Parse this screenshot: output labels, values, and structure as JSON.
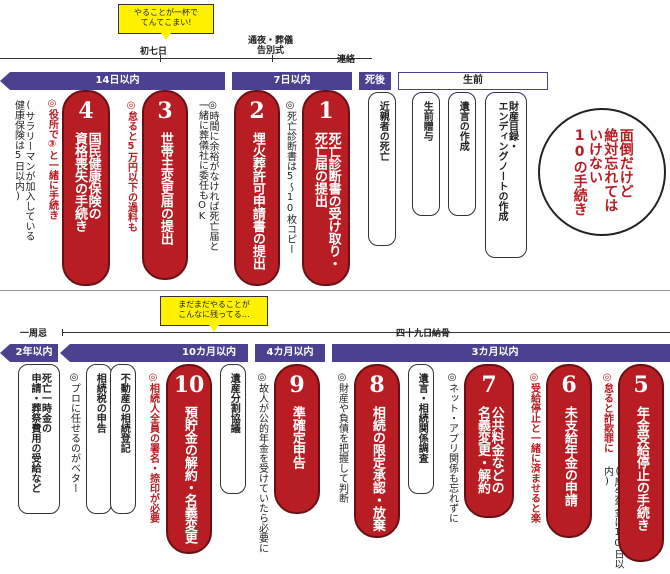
{
  "bubble_top": "やることが一杯で\nてんてこまい!",
  "bubble_mid": "まだまだやることが\nこんなに残ってる…",
  "timeline_top": {
    "shonanoka": "初七日",
    "tsuya": "通夜・葬儀\n告別式",
    "renraku": "連絡"
  },
  "timeline_bottom": {
    "isshuki": "一周忌",
    "shijuku": "四十九日納骨"
  },
  "bars_top": {
    "b14": "14日以内",
    "b7": "7日以内",
    "shigo": "死後",
    "seizen": "生前"
  },
  "bars_bottom": {
    "b2y": "2年以内",
    "b10m": "10カ月以内",
    "b4m": "4カ月以内",
    "b3m": "3カ月以内"
  },
  "callout": "面倒だけど\n絶対忘れては\nいけない\n10の手続き",
  "tasks": {
    "t1": {
      "num": "1",
      "text": "死亡診断書の受け取り・\n死亡届の提出",
      "note": "◎死亡診断書は5〜10枚コピー"
    },
    "t2": {
      "num": "2",
      "text": "埋火葬許可申請書の提出",
      "note": "◎時間に余裕がなければ死亡届と\n一緒に葬儀社に委任もOK"
    },
    "t3": {
      "num": "3",
      "text": "世帯主変更届の提出",
      "note": "◎怠ると5万円以下の過料も"
    },
    "t4": {
      "num": "4",
      "text": "国民健康保険の\n資格喪失の手続き",
      "note_red": "◎役所で③と一緒に手続き",
      "note": "(サラリーマンが加入している\n健康保険は5日以内)"
    },
    "t5": {
      "num": "5",
      "text": "年金受給停止の手続き",
      "note_red": "◎怠ると詐欺罪に",
      "note": "(厚生年金は10日以内)"
    },
    "t6": {
      "num": "6",
      "text": "未支給年金の申請",
      "note_red": "◎受給停止と一緒に済ませると楽"
    },
    "t7": {
      "num": "7",
      "text": "公共料金などの\n名義変更・解約",
      "note": "◎ネット・アプリ関係も忘れずに"
    },
    "t8": {
      "num": "8",
      "text": "相続の限定承認・放棄",
      "note": "◎財産や負債を把握して判断"
    },
    "t9": {
      "num": "9",
      "text": "準確定申告",
      "note": "◎故人が公的年金を受けていたら必要に"
    },
    "t10": {
      "num": "10",
      "text": "預貯金の解約・名義変更",
      "note_red": "◎相続人全員の署名・捺印が必要"
    }
  },
  "boxes_top": {
    "kinshin": "近親者の死亡",
    "seizen_zouyo": "生前贈与",
    "yuigon": "遺言の作成",
    "zaisan": "財産目録・\nエンディングノートの作成"
  },
  "boxes_bottom": {
    "shibou_ichijikin": "死亡一時金の\n申請・葬祭費用の受給など",
    "pro": "◎プロに任せるのがベター",
    "souzokuzei": "相続税の申告",
    "fudousan": "不動産の相続登記",
    "isanbunkatsu": "遺産分割協議",
    "igon_chousa": "遺言・相続関係調査"
  }
}
